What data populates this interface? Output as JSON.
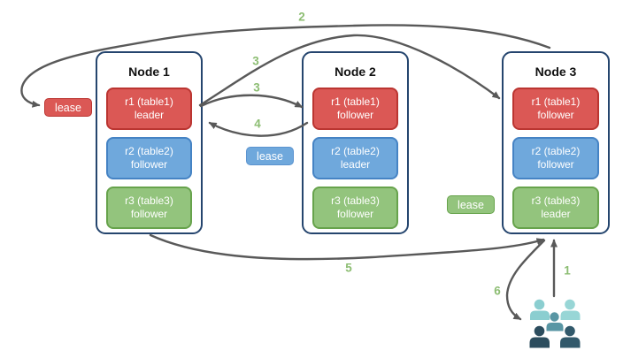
{
  "nodes": [
    {
      "title": "Node 1",
      "replicas": [
        {
          "name": "r1 (table1)",
          "role": "leader",
          "color": "#db5855"
        },
        {
          "name": "r2 (table2)",
          "role": "follower",
          "color": "#6fa8dc"
        },
        {
          "name": "r3 (table3)",
          "role": "follower",
          "color": "#93c47d"
        }
      ]
    },
    {
      "title": "Node 2",
      "replicas": [
        {
          "name": "r1 (table1)",
          "role": "follower",
          "color": "#db5855"
        },
        {
          "name": "r2 (table2)",
          "role": "leader",
          "color": "#6fa8dc"
        },
        {
          "name": "r3 (table3)",
          "role": "follower",
          "color": "#93c47d"
        }
      ]
    },
    {
      "title": "Node 3",
      "replicas": [
        {
          "name": "r1 (table1)",
          "role": "follower",
          "color": "#db5855"
        },
        {
          "name": "r2 (table2)",
          "role": "follower",
          "color": "#6fa8dc"
        },
        {
          "name": "r3 (table3)",
          "role": "leader",
          "color": "#93c47d"
        }
      ]
    }
  ],
  "leases": [
    {
      "label": "lease",
      "color": "#db5855"
    },
    {
      "label": "lease",
      "color": "#6fa8dc"
    },
    {
      "label": "lease",
      "color": "#93c47d"
    }
  ],
  "steps": [
    "1",
    "2",
    "3",
    "3",
    "4",
    "5",
    "6"
  ],
  "icons": {
    "users": "users-group-icon"
  },
  "colors": {
    "node_border": "#25456e",
    "arrow": "#595959",
    "step_label": "#8cbd72",
    "red_fill": "#db5855",
    "red_border": "#bb3531",
    "blue_fill": "#6fa8dc",
    "blue_border": "#4583c4",
    "green_fill": "#93c47d",
    "green_border": "#67a34c",
    "users_palette": [
      "#8bced0",
      "#98d6d6",
      "#5996a4",
      "#2c4d5e",
      "#32596b"
    ]
  }
}
